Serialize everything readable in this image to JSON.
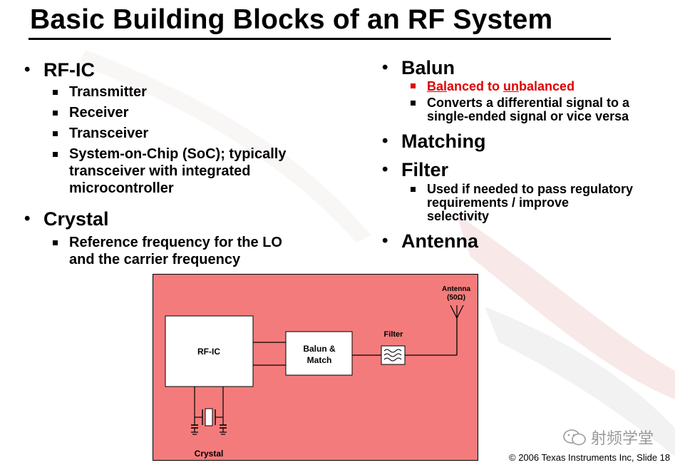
{
  "slide": {
    "title": "Basic Building Blocks of an RF System",
    "footer": "© 2006 Texas Instruments Inc, Slide 18",
    "watermark": "射频学堂"
  },
  "left_column": {
    "rf_ic": {
      "heading": "RF-IC",
      "items": [
        "Transmitter",
        "Receiver",
        "Transceiver"
      ],
      "soc_line1": "System-on-Chip (SoC); typically",
      "soc_line2": "transceiver with integrated",
      "soc_line3": "microcontroller"
    },
    "crystal": {
      "heading": "Crystal",
      "line1": "Reference frequency for the LO",
      "line2": "and the carrier frequency"
    }
  },
  "right_column": {
    "balun": {
      "heading": "Balun",
      "def_bal": "Bal",
      "def_mid": "anced to ",
      "def_un": "un",
      "def_end": "balanced",
      "desc_line1": "Converts a differential signal to a",
      "desc_line2": "single-ended signal or vice versa"
    },
    "matching": {
      "heading": "Matching"
    },
    "filter": {
      "heading": "Filter",
      "line1": "Used if needed to pass regulatory",
      "line2": "requirements / improve",
      "line3": "selectivity"
    },
    "antenna": {
      "heading": "Antenna"
    }
  },
  "diagram": {
    "rf_ic_label": "RF-IC",
    "balun_line1": "Balun &",
    "balun_line2": "Match",
    "filter_label": "Filter",
    "antenna_line1": "Antenna",
    "antenna_line2": "(50Ω)",
    "crystal_label": "Crystal",
    "colors": {
      "background": "#f47b7b",
      "box": "#ffffff",
      "line": "#000000"
    }
  },
  "colors": {
    "accent_red": "#e00000"
  }
}
